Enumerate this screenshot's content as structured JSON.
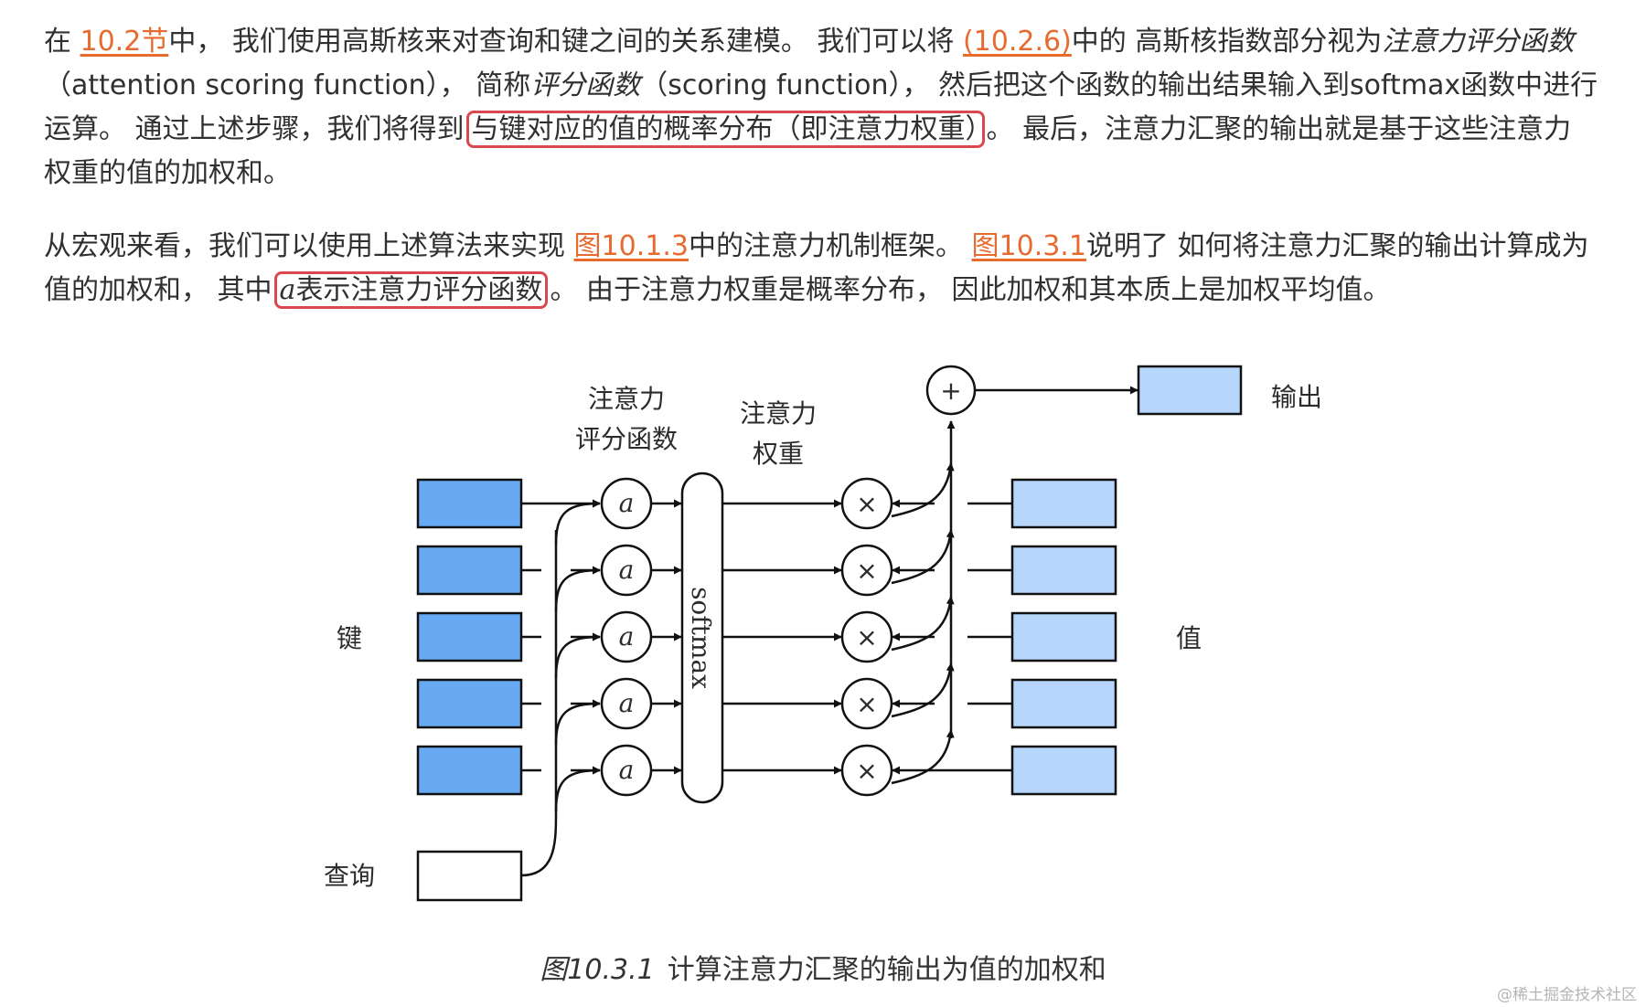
{
  "para1": {
    "t1": "在 ",
    "link1": "10.2节",
    "t2": "中， 我们使用高斯核来对查询和键之间的关系建模。 我们可以将 ",
    "link2": "(10.2.6)",
    "t3": "中的 高斯核指数部分视为",
    "em1": "注意力评分函数",
    "t4": "（attention scoring function）， 简称",
    "em2": "评分函数",
    "t5": "（scoring function）， 然后把这个函数的输出结果输入到softmax函数中进行运算。 通过上述步骤，我们将得到",
    "highlight": "与键对应的值的概率分布（即注意力权重）",
    "t6": "。 最后，注意力汇聚的输出就是基于这些注意力权重的值的加权和。"
  },
  "para2": {
    "t1": "从宏观来看，我们可以使用上述算法来实现 ",
    "link1": "图10.1.3",
    "t2": "中的注意力机制框架。 ",
    "link2": "图10.3.1",
    "t3": "说明了 如何将注意力汇聚的输出计算成为值的加权和， 其中",
    "hl_sym": "a",
    "hl_text": "表示注意力评分函数",
    "t4": "。 由于注意力权重是概率分布， 因此加权和其本质上是加权平均值。"
  },
  "figure": {
    "keys_label": "键",
    "query_label": "查询",
    "values_label": "值",
    "output_label": "输出",
    "scoring_header_1": "注意力",
    "scoring_header_2": "评分函数",
    "weights_header_1": "注意力",
    "weights_header_2": "权重",
    "softmax_label": "softmax",
    "scoring_symbol": "a",
    "multiply_symbol": "×",
    "plus_symbol": "+",
    "colors": {
      "key_fill": "#67aaf3",
      "value_fill": "#b7d6fb",
      "query_fill": "#ffffff",
      "highlight_border": "#d9484e",
      "link": "#e76b2f"
    }
  },
  "caption": {
    "label": "图10.3.1",
    "text": "计算注意力汇聚的输出为值的加权和"
  },
  "watermark": "@稀土掘金技术社区"
}
